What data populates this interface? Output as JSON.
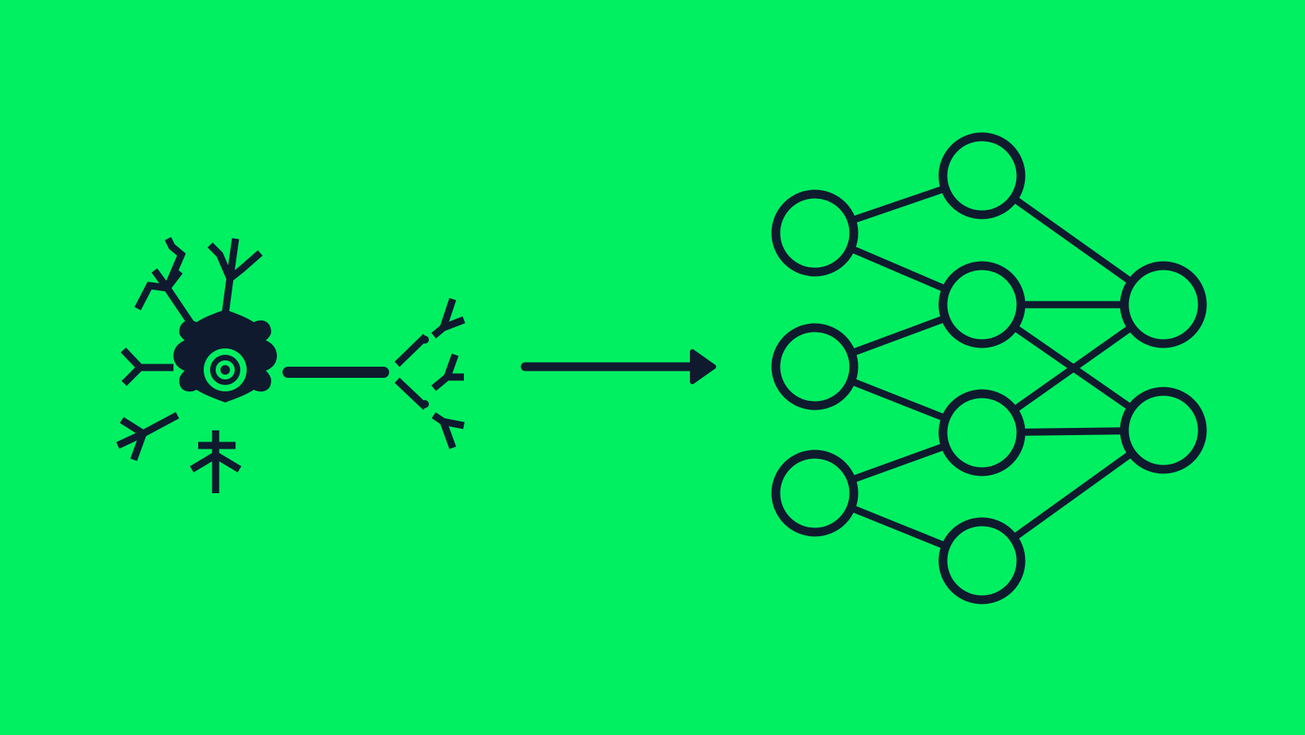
{
  "colors": {
    "background": "#00F062",
    "ink": "#0F1A2E",
    "node_fill": "#00F062"
  },
  "icons": {
    "left": "neuron-icon",
    "middle": "arrow-right-icon",
    "right": "neural-network-icon"
  },
  "network": {
    "layers": [
      {
        "name": "input",
        "node_count": 3
      },
      {
        "name": "hidden",
        "node_count": 4
      },
      {
        "name": "output",
        "node_count": 2
      }
    ],
    "connections": [
      [
        "input-0",
        "hidden-0"
      ],
      [
        "input-0",
        "hidden-1"
      ],
      [
        "input-1",
        "hidden-1"
      ],
      [
        "input-1",
        "hidden-2"
      ],
      [
        "input-2",
        "hidden-2"
      ],
      [
        "input-2",
        "hidden-3"
      ],
      [
        "hidden-0",
        "output-0"
      ],
      [
        "hidden-1",
        "output-0"
      ],
      [
        "hidden-1",
        "output-1"
      ],
      [
        "hidden-2",
        "output-0"
      ],
      [
        "hidden-2",
        "output-1"
      ],
      [
        "hidden-3",
        "output-1"
      ]
    ]
  }
}
